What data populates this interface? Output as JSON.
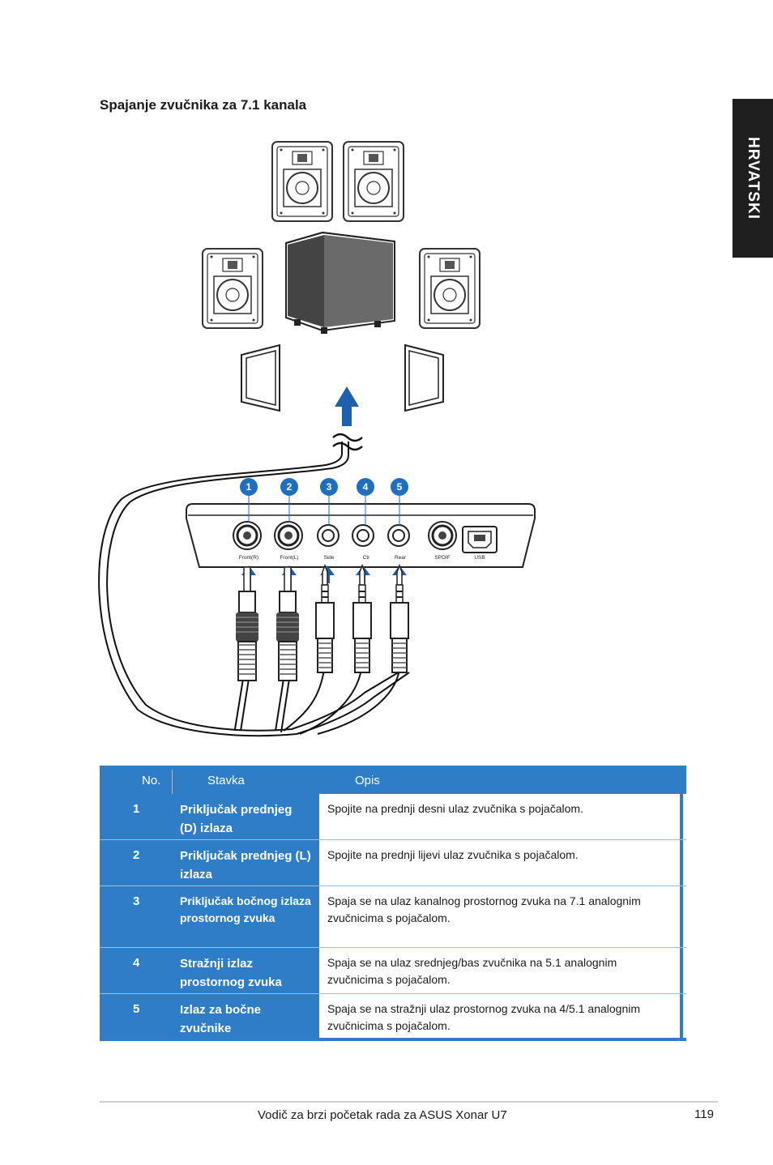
{
  "side_tab": {
    "label": "HRVATSKI"
  },
  "section_title": "Spajanje zvučnika za 7.1 kanala",
  "diagram": {
    "markers": [
      "1",
      "2",
      "3",
      "4",
      "5"
    ],
    "port_labels": [
      "Front(R)",
      "Front(L)",
      "Side",
      "Ctr",
      "Rear",
      "SPDIF",
      "USB"
    ]
  },
  "table": {
    "headers": {
      "no": "No.",
      "item": "Stavka",
      "desc": "Opis"
    },
    "rows": [
      {
        "no": "1",
        "item": "Priključak prednjeg (D) izlaza",
        "desc": "Spojite na prednji desni ulaz zvučnika s pojačalom."
      },
      {
        "no": "2",
        "item": "Priključak prednjeg (L) izlaza",
        "desc": "Spojite na prednji lijevi ulaz zvučnika s pojačalom."
      },
      {
        "no": "3",
        "item": "Priključak bočnog izlaza prostornog zvuka",
        "desc": "Spaja se na ulaz kanalnog prostornog zvuka na 7.1 analognim zvučnicima s pojačalom."
      },
      {
        "no": "4",
        "item": "Stražnji izlaz prostornog zvuka",
        "desc": "Spaja se na ulaz srednjeg/bas zvučnika na 5.1 analognim zvučnicima s pojačalom."
      },
      {
        "no": "5",
        "item": "Izlaz za bočne zvučnike",
        "desc": "Spaja se na stražnji ulaz prostornog zvuka na 4/5.1 analognim zvučnicima s pojačalom."
      }
    ]
  },
  "footer": {
    "text": "Vodič za brzi početak rada za ASUS Xonar U7",
    "page": "119"
  },
  "colors": {
    "table_blue": "#2f7dc6",
    "marker_blue": "#1e6fc0",
    "arrow_blue": "#1e5fae"
  }
}
